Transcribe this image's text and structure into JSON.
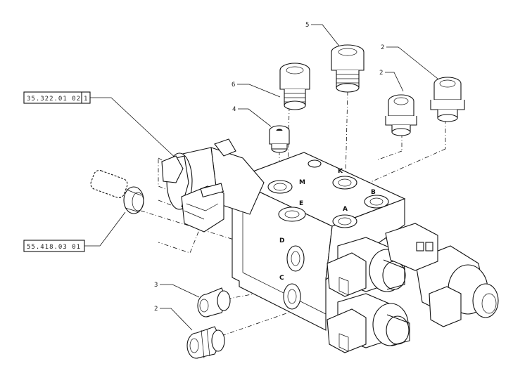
{
  "references": {
    "top_left": {
      "code": "35.322.01 02",
      "item": "1"
    },
    "mid_left": {
      "code": "55.418.03 01"
    }
  },
  "callouts": {
    "c_fitting_top_center": "5",
    "c_fitting_top_right": "2",
    "c_fitting_right_mid": "2",
    "c_fitting_top_left": "6",
    "c_plug": "4",
    "c_fitting_lower_1": "3",
    "c_fitting_lower_2": "2"
  },
  "ports": {
    "M": "M",
    "D": "D",
    "C": "C",
    "A": "A",
    "B": "B",
    "E": "E",
    "K": "K"
  }
}
